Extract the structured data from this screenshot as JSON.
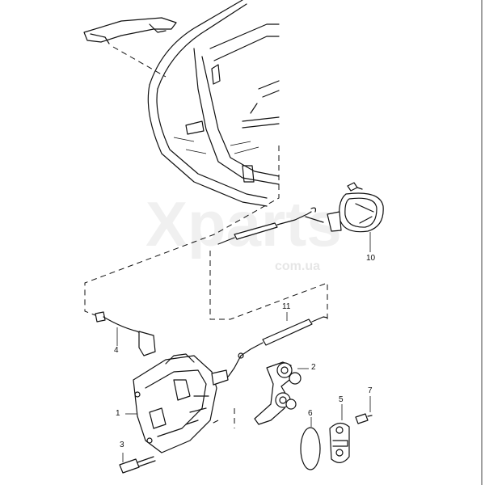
{
  "watermark": {
    "brand": "Xparts",
    "domain": "com.ua"
  },
  "callouts": {
    "p1": "1",
    "p2": "2",
    "p3": "3",
    "p4": "4",
    "p5": "5",
    "p6": "6",
    "p7": "7",
    "p10": "10",
    "p11": "11"
  }
}
